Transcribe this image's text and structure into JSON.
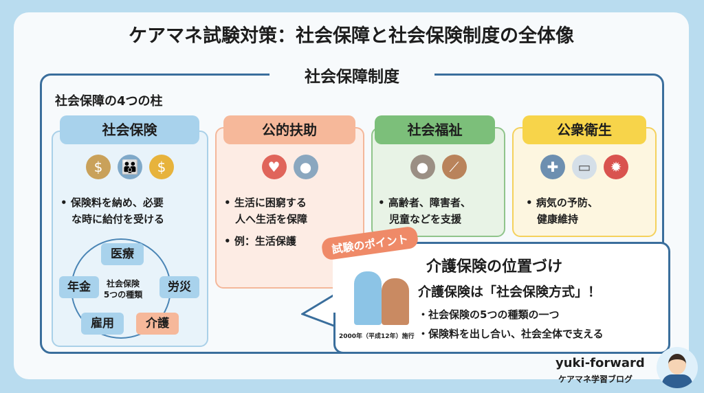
{
  "title": "ケアマネ試験対策：社会保障と社会保険制度の全体像",
  "frame_label": "社会保障制度",
  "pillars_label": "社会保障の4つの柱",
  "pillars": [
    {
      "name": "社会保険",
      "bullets": [
        "保険料を納め、必要",
        "な時に給付を受ける"
      ],
      "icons": [
        "money-bag-icon",
        "family-icon",
        "coin-hands-icon"
      ]
    },
    {
      "name": "公的扶助",
      "bullets": [
        "生活に困窮する",
        "人へ生活を保障"
      ],
      "example": "例：生活保護",
      "icons": [
        "heart-hand-icon",
        "person-icon"
      ]
    },
    {
      "name": "社会福祉",
      "bullets": [
        "高齢者、障害者、",
        "児童などを支援"
      ],
      "icons": [
        "elderly-icon",
        "cane-icon"
      ]
    },
    {
      "name": "公衆衛生",
      "bullets": [
        "病気の予防、",
        "健康維持"
      ],
      "icons": [
        "doctor-icon",
        "mask-icon",
        "virus-icon"
      ]
    }
  ],
  "five_types": {
    "center": [
      "社会保険",
      "5つの種類"
    ],
    "items": [
      "医療",
      "年金",
      "労災",
      "雇用",
      "介護"
    ]
  },
  "point": {
    "badge": "試験のポイント",
    "title": "介護保険の位置づけ",
    "subtitle": "介護保険は「社会保険方式」！",
    "bullets": [
      "社会保険の5つの種類の一つ",
      "保険料を出し合い、社会全体で支える"
    ],
    "caption": "2000年（平成12年）施行"
  },
  "footer": {
    "author": "yuki-forward",
    "blog": "ケアマネ学習ブログ"
  },
  "colors": {
    "blue": "#a8d2ec",
    "orange": "#f6b89a",
    "green": "#7cbf7a",
    "yellow": "#f7d44a",
    "frame": "#3a6e9c",
    "accent": "#ef8a68"
  }
}
